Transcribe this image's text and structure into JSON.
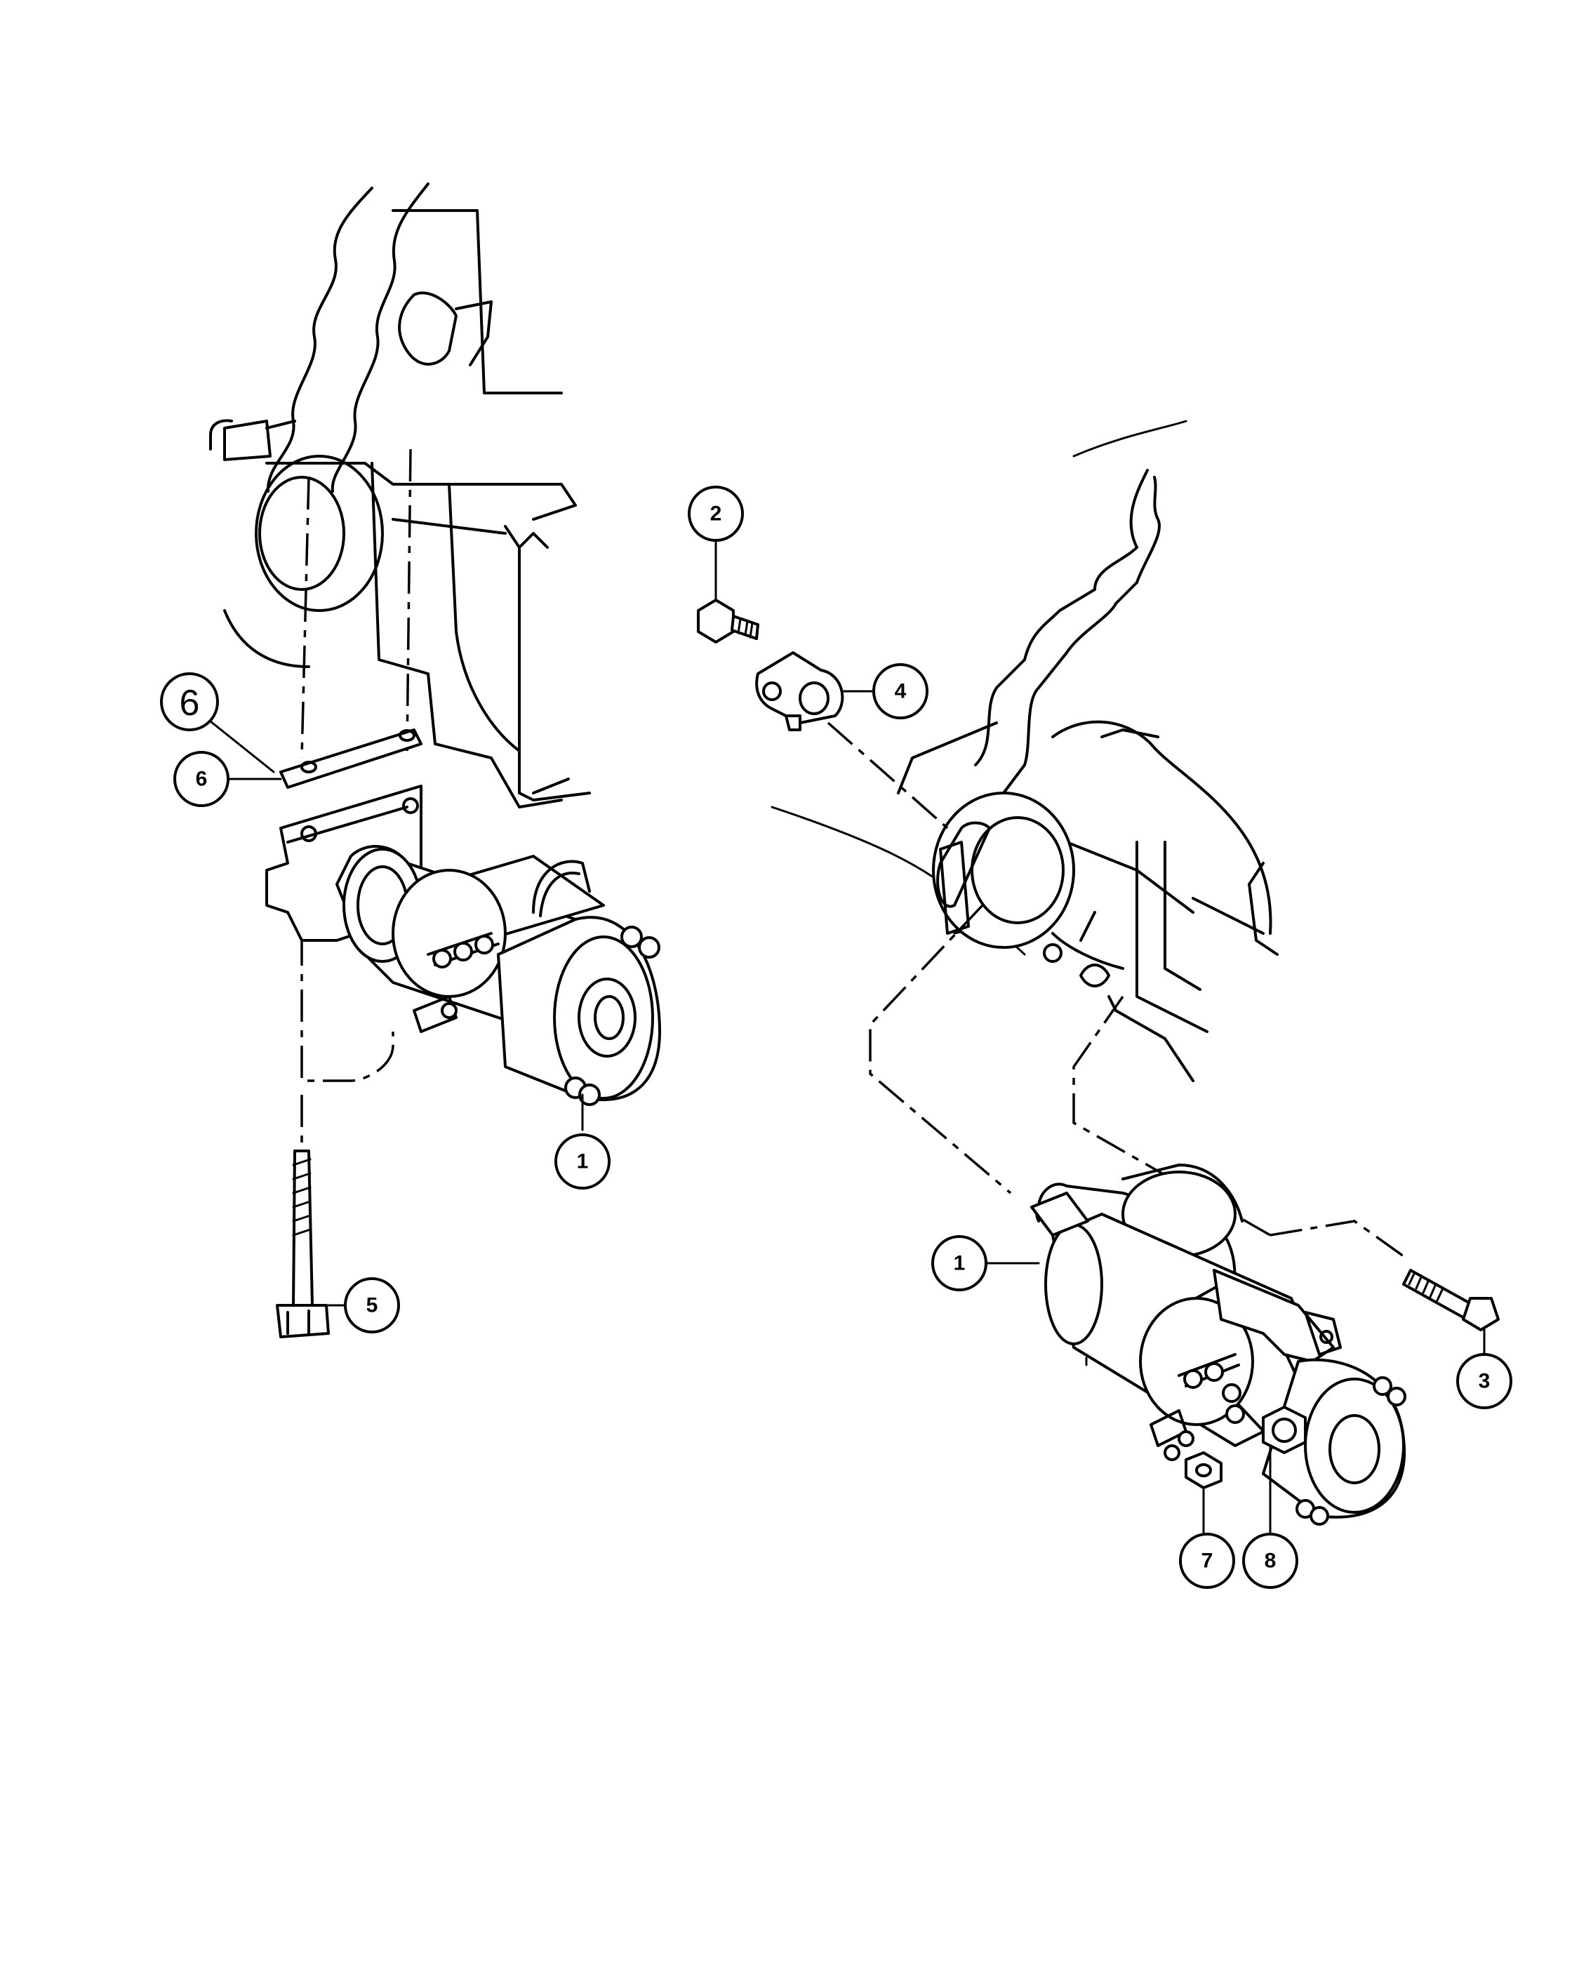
{
  "diagram": {
    "callouts": {
      "left_6_large": "6",
      "left_6": "6",
      "left_1": "1",
      "left_5": "5",
      "right_2": "2",
      "right_4": "4",
      "right_1": "1",
      "right_3": "3",
      "right_7": "7",
      "right_8": "8"
    }
  }
}
